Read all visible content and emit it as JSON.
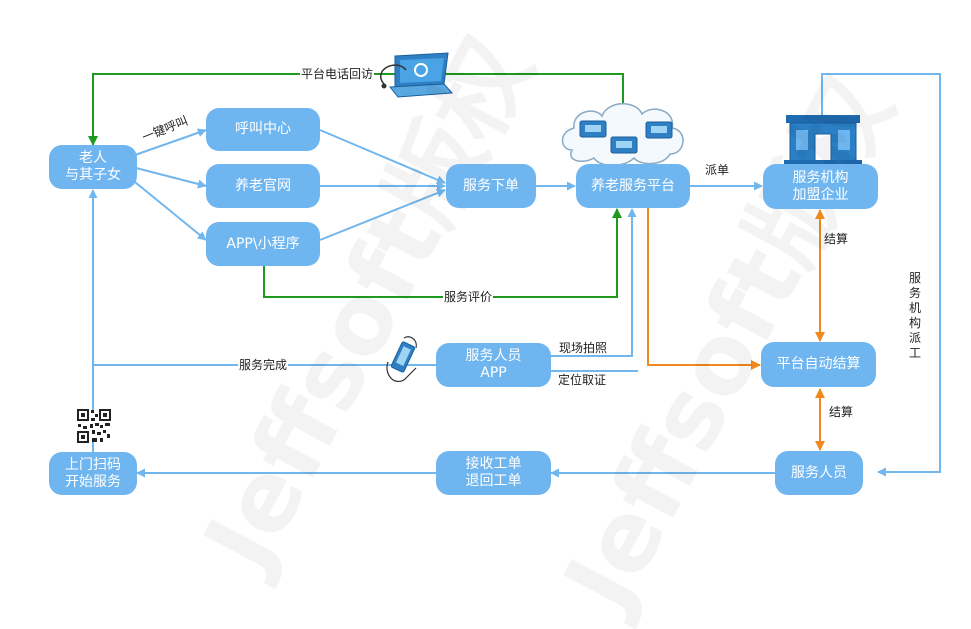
{
  "nodes": {
    "elder": [
      "老人",
      "与其子女"
    ],
    "call_center": [
      "呼叫中心"
    ],
    "website": [
      "养老官网"
    ],
    "app_mini": [
      "APP\\小程序"
    ],
    "order": [
      "服务下单"
    ],
    "platform": [
      "养老服务平台"
    ],
    "agency": [
      "服务机构",
      "加盟企业"
    ],
    "staff_app": [
      "服务人员",
      "APP"
    ],
    "auto_settle": [
      "平台自动结算"
    ],
    "scan_start": [
      "上门扫码",
      "开始服务"
    ],
    "receive_return": [
      "接收工单",
      "退回工单"
    ],
    "staff": [
      "服务人员"
    ]
  },
  "edge_labels": {
    "callback": "平台电话回访",
    "one_key": "一键呼叫",
    "dispatch": "派单",
    "evaluation": "服务评价",
    "settle_1": "结算",
    "settle_2": "结算",
    "service_done": "服务完成",
    "photo": "现场拍照",
    "locate": "定位取证",
    "agency_dispatch": "服务机构派工"
  },
  "colors": {
    "node_fill": "#6fb6f0",
    "flow_line": "#72b6ee",
    "feedback_line": "#1e9a1e",
    "settle_line": "#f08a1e"
  },
  "icons": [
    "laptop-phone-icon",
    "server-cloud-icon",
    "building-icon",
    "mobile-hand-icon",
    "qr-code-icon"
  ],
  "watermark": "Jeffsoft版权"
}
